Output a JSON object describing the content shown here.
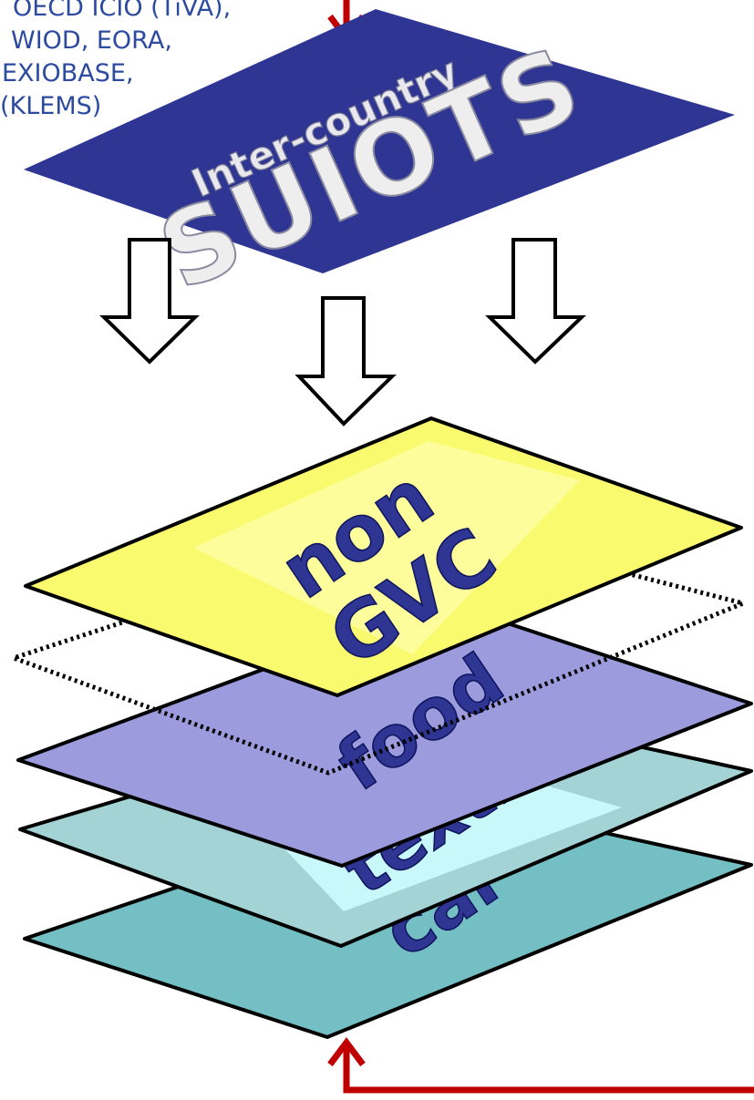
{
  "sources": {
    "lines": [
      "OECD ICIO (TiVA),",
      "WIOD, EORA,",
      "EXIOBASE,",
      "(KLEMS)"
    ]
  },
  "top_sheet": {
    "subtitle": "Inter-country",
    "title": "SUIOTS"
  },
  "layers": {
    "non_gvc": {
      "line1": "non",
      "line2": "GVC"
    },
    "food": "food",
    "textile": "textil",
    "car": "car"
  },
  "colors": {
    "top_sheet": "#2e3592",
    "non_gvc": "#fafa6e",
    "non_gvc_inner": "#fdfd9c",
    "food": "#9b9bdd",
    "textile": "#a3d3d5",
    "textile_inner": "#c9f8fb",
    "car": "#74bfc3",
    "arrow_red": "#c00000",
    "label_blue": "#2c4aa0"
  }
}
